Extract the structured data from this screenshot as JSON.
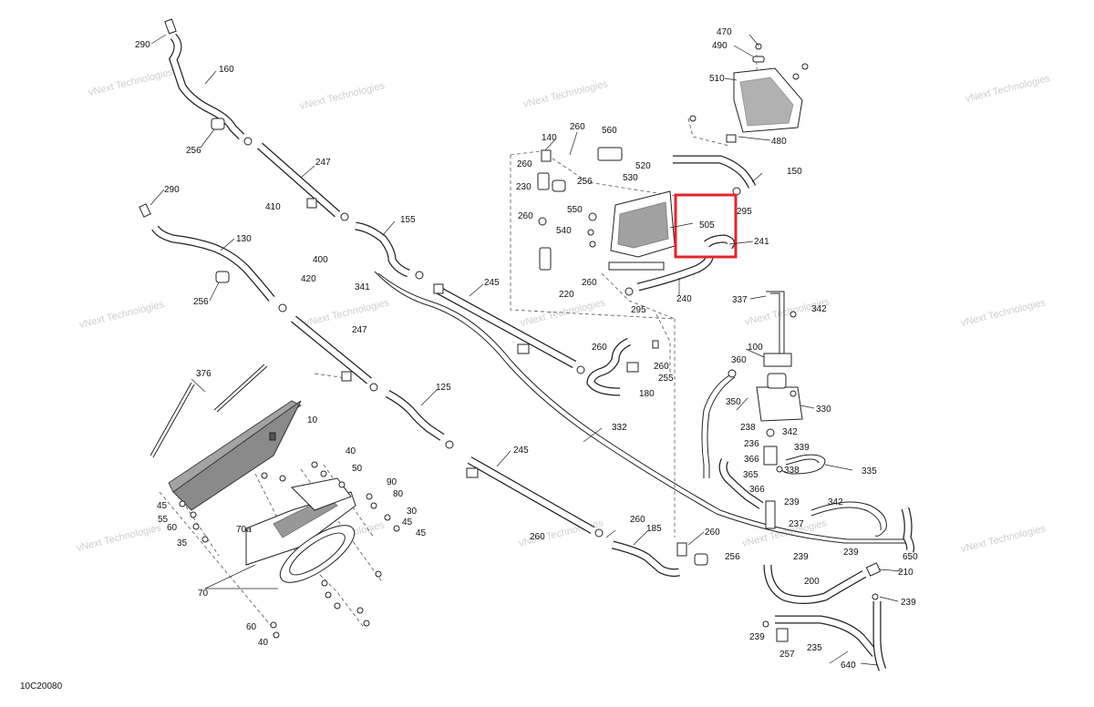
{
  "diagram_code": "10C20080",
  "watermark": "vNext Technologies",
  "highlight_color": "#e3262b",
  "highlighted_callout": "505",
  "callouts": {
    "c290a": "290",
    "c160": "160",
    "c256a": "256",
    "c247a": "247",
    "c290b": "290",
    "c130": "130",
    "c256b": "256",
    "c410": "410",
    "c400": "400",
    "c420": "420",
    "c155": "155",
    "c341": "341",
    "c245a": "245",
    "c247b": "247",
    "c376": "376",
    "c10": "10",
    "c125": "125",
    "c260a": "260",
    "c260b": "260",
    "c255": "255",
    "c180": "180",
    "c332": "332",
    "c245b": "245",
    "c40a": "40",
    "c50": "50",
    "c90": "90",
    "c80": "80",
    "c30": "30",
    "c45a": "45",
    "c45b": "45",
    "c55": "55",
    "c60a": "60",
    "c35": "35",
    "c70a": "70a",
    "c70": "70",
    "c60b": "60",
    "c40b": "40",
    "c260c": "260",
    "c185": "185",
    "c260d": "260",
    "c260e": "260",
    "c256c": "256",
    "c470": "470",
    "c490": "490",
    "c510": "510",
    "c480": "480",
    "c140": "140",
    "c260f": "260",
    "c560": "560",
    "c520": "520",
    "c530": "530",
    "c150": "150",
    "c260g": "260",
    "c230": "230",
    "c256d": "256",
    "c550": "550",
    "c540": "540",
    "c260h": "260",
    "c295a": "295",
    "c505": "505",
    "c241": "241",
    "c220": "220",
    "c260i": "260",
    "c240": "240",
    "c295b": "295",
    "c337": "337",
    "c342a": "342",
    "c100": "100",
    "c360": "360",
    "c350": "350",
    "c330": "330",
    "c238": "238",
    "c342b": "342",
    "c236": "236",
    "c339": "339",
    "c366a": "366",
    "c338": "338",
    "c335": "335",
    "c365": "365",
    "c366b": "366",
    "c239a": "239",
    "c342c": "342",
    "c237": "237",
    "c239b": "239",
    "c650": "650",
    "c239c": "239",
    "c210": "210",
    "c200": "200",
    "c239d": "239",
    "c239e": "239",
    "c257": "257",
    "c235": "235",
    "c640": "640"
  }
}
